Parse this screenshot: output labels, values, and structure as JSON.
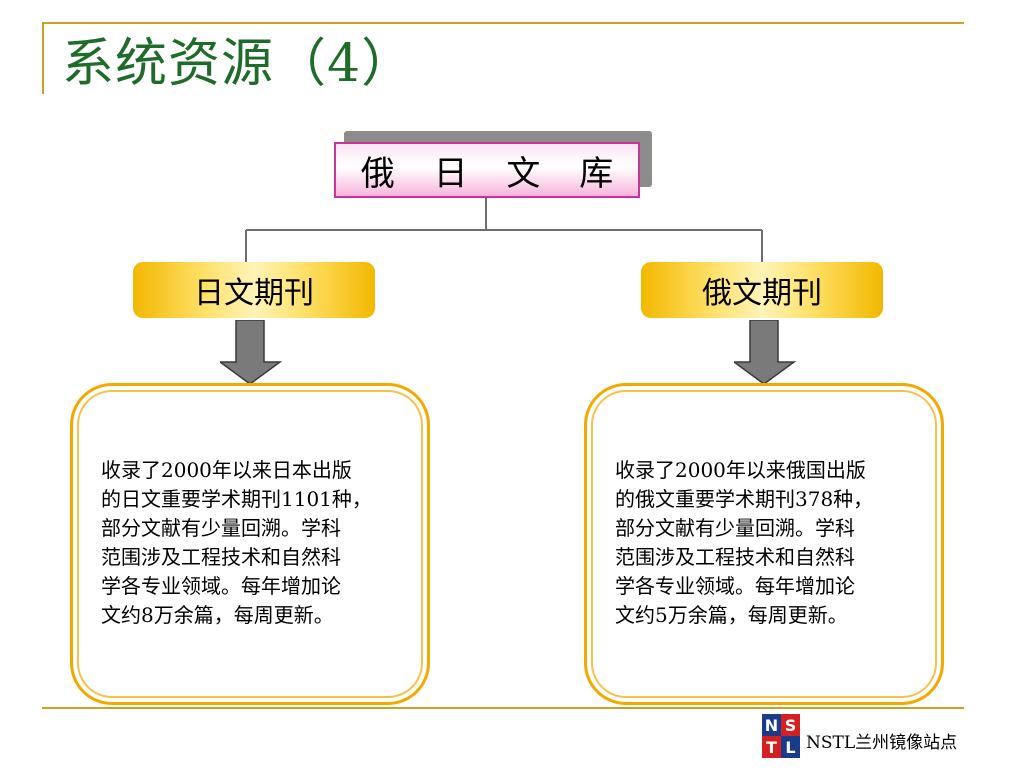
{
  "slide": {
    "title": "系统资源（4）"
  },
  "diagram": {
    "root": {
      "label": "俄 日 文 库"
    },
    "categories": [
      {
        "label": "日文期刊",
        "description": "收录了2000年以来日本出版\n的日文重要学术期刊1101种，\n部分文献有少量回溯。学科\n范围涉及工程技术和自然科\n学各专业领域。每年增加论\n文约8万余篇，每周更新。"
      },
      {
        "label": "俄文期刊",
        "description": "收录了2000年以来俄国出版\n的俄文重要学术期刊378种，\n部分文献有少量回溯。学科\n范围涉及工程技术和自然科\n学各专业领域。每年增加论\n文约5万余篇，每周更新。"
      }
    ]
  },
  "footer": {
    "logo_letters": [
      "N",
      "S",
      "T",
      "L"
    ],
    "text": "NSTL兰州镜像站点"
  },
  "colors": {
    "title": "#1f6b2a",
    "rule": "#c9a227",
    "root_border": "#cc3399",
    "category_fill": "#f2b800",
    "desc_border": "#f2a900",
    "arrow": "#7a7a7a",
    "logo_blue": "#1a3a8c",
    "logo_red": "#d42020"
  }
}
